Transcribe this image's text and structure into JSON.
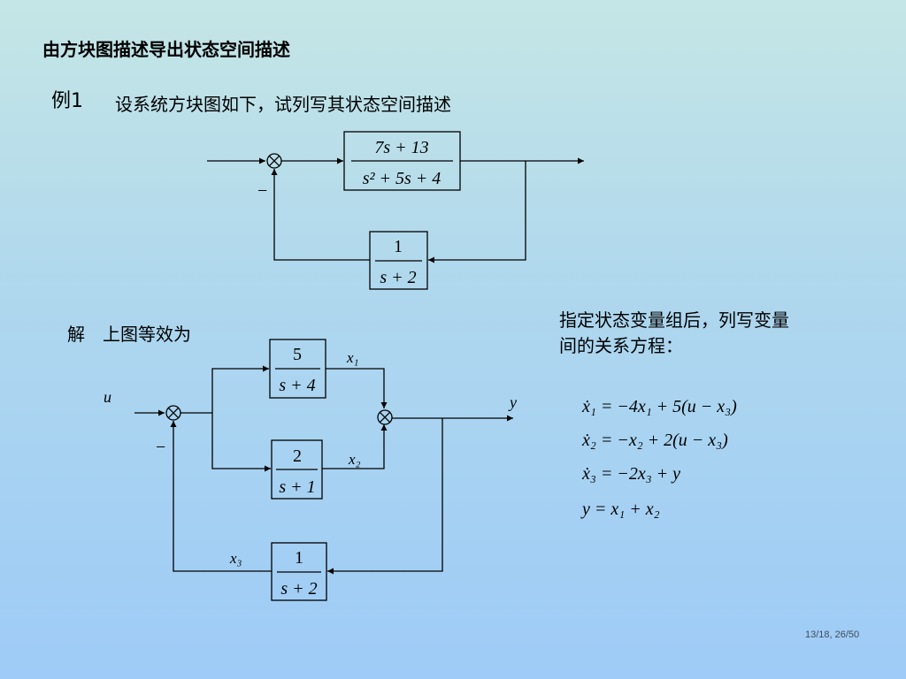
{
  "slide": {
    "title": "由方块图描述导出状态空间描述",
    "example_label": "例1",
    "example_text": "设系统方块图如下，试列写其状态空间描述",
    "solution_text": "解　上图等效为",
    "right_text_line1": "指定状态变量组后，列写变量",
    "right_text_line2": "间的关系方程：",
    "page_number": "13/18, 26/50"
  },
  "diagram1": {
    "forward_num": "7s + 13",
    "forward_den": "s² + 5s + 4",
    "feedback_num": "1",
    "feedback_den": "s + 2",
    "minus_sign": "−"
  },
  "diagram2": {
    "input_label": "u",
    "output_label": "y",
    "minus_sign": "−",
    "block1_num": "5",
    "block1_den": "s + 4",
    "block2_num": "2",
    "block2_den": "s + 1",
    "block3_num": "1",
    "block3_den": "s + 2",
    "x1_label": "x₁",
    "x2_label": "x₂",
    "x3_label": "x₃"
  },
  "equations": [
    "ẋ₁ = −4x₁ + 5(u − x₃)",
    "ẋ₂ = −x₂ + 2(u − x₃)",
    "ẋ₃ = −2x₃ + y",
    "y = x₁ + x₂"
  ]
}
